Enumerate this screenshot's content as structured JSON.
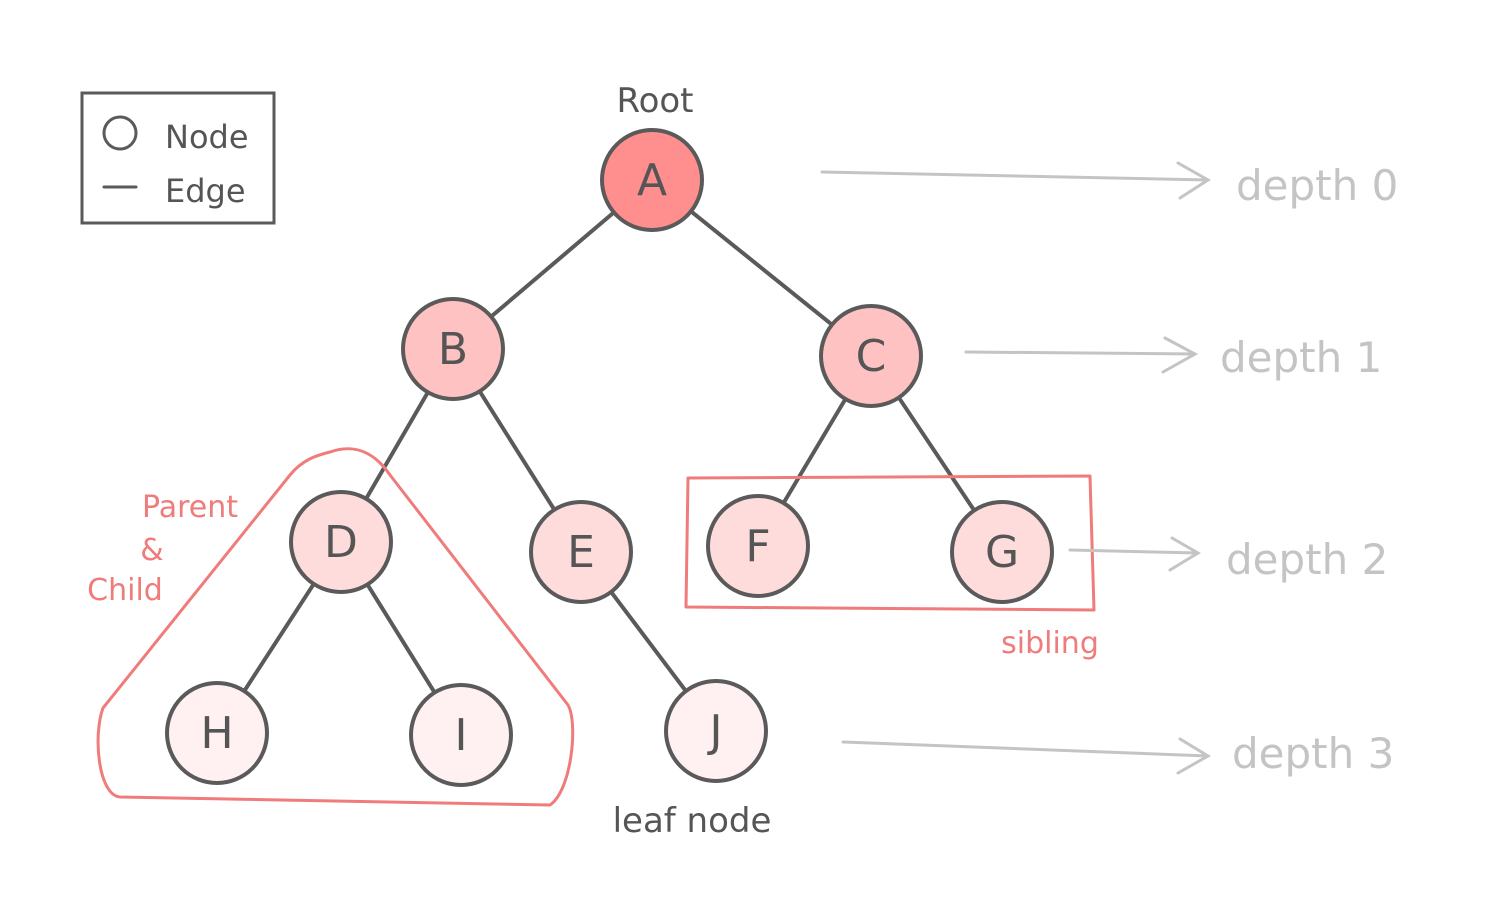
{
  "legend": {
    "node_label": "Node",
    "edge_label": "Edge"
  },
  "nodes": [
    {
      "id": "A",
      "label": "A",
      "fill": "#ff8f8f"
    },
    {
      "id": "B",
      "label": "B",
      "fill": "#ffc2c2"
    },
    {
      "id": "C",
      "label": "C",
      "fill": "#ffc2c2"
    },
    {
      "id": "D",
      "label": "D",
      "fill": "#ffdcdc"
    },
    {
      "id": "E",
      "label": "E",
      "fill": "#ffdcdc"
    },
    {
      "id": "F",
      "label": "F",
      "fill": "#ffdcdc"
    },
    {
      "id": "G",
      "label": "G",
      "fill": "#ffdcdc"
    },
    {
      "id": "H",
      "label": "H",
      "fill": "#fff1f1"
    },
    {
      "id": "I",
      "label": "I",
      "fill": "#fff1f1"
    },
    {
      "id": "J",
      "label": "J",
      "fill": "#fff1f1"
    }
  ],
  "edges": [
    [
      "A",
      "B"
    ],
    [
      "A",
      "C"
    ],
    [
      "B",
      "D"
    ],
    [
      "B",
      "E"
    ],
    [
      "C",
      "F"
    ],
    [
      "C",
      "G"
    ],
    [
      "D",
      "H"
    ],
    [
      "D",
      "I"
    ],
    [
      "E",
      "J"
    ]
  ],
  "labels": {
    "root": "Root",
    "leaf": "leaf node",
    "parent": "Parent",
    "amp": "&",
    "child": "Child",
    "sibling": "sibling"
  },
  "depths": [
    "depth 0",
    "depth 1",
    "depth 2",
    "depth 3"
  ],
  "colors": {
    "outline": "#5a5a5a",
    "highlight": "#f07b7b",
    "depth_text": "#c4c4c4"
  }
}
